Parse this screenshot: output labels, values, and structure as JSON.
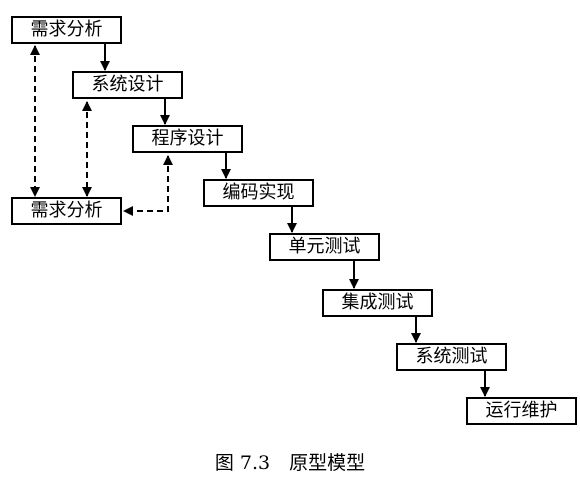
{
  "diagram": {
    "steps": [
      {
        "id": "s1",
        "label": "需求分析"
      },
      {
        "id": "s2",
        "label": "系统设计"
      },
      {
        "id": "s3",
        "label": "程序设计"
      },
      {
        "id": "s4",
        "label": "编码实现"
      },
      {
        "id": "s5",
        "label": "单元测试"
      },
      {
        "id": "s6",
        "label": "集成测试"
      },
      {
        "id": "s7",
        "label": "系统测试"
      },
      {
        "id": "s8",
        "label": "运行维护"
      }
    ],
    "prototype_box": {
      "label": "需求分析"
    },
    "flow": "sequential top-left to bottom-right with solid arrows",
    "feedback": "dashed double-headed arrows between prototype box and first three steps"
  },
  "caption": "图 7.3　原型模型"
}
